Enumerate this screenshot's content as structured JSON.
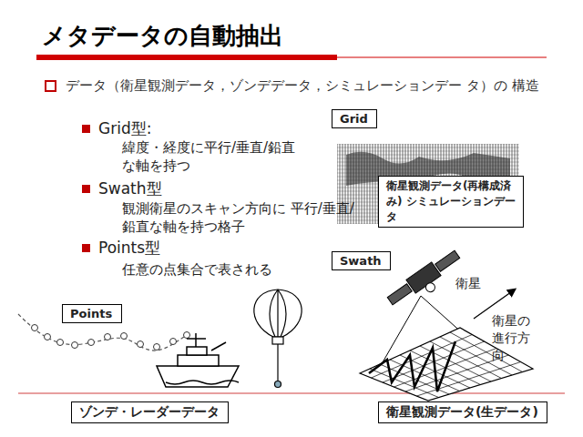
{
  "diagram": {
    "title": "メタデータの自動抽出",
    "nodes": [
      {
        "text": [
          "Grid"
        ]
      },
      {
        "text": [
          "衛星観測データ(再構成済み) シミュレーションデータ"
        ]
      },
      {
        "text": [
          "Swath"
        ]
      },
      {
        "text": [
          "Points"
        ]
      },
      {
        "text": [
          "ゾンデ・レーダーデータ"
        ]
      },
      {
        "text": [
          "衛星観測データ(生データ)"
        ]
      }
    ],
    "edges": [],
    "labels": [
      "データ（衛星観測データ，ゾンデデータ，シミュレーションデー タ）の 構造",
      "Grid型:",
      "緯度・経度に平行/垂直/鉛直 な軸を持つ",
      "Swath型",
      "観測衛星のスキャン方向に 平行/垂直/鉛直な軸を持つ格子",
      "Points型",
      "任意の点集合で表される",
      "衛星",
      "衛星の 進行方向"
    ]
  }
}
